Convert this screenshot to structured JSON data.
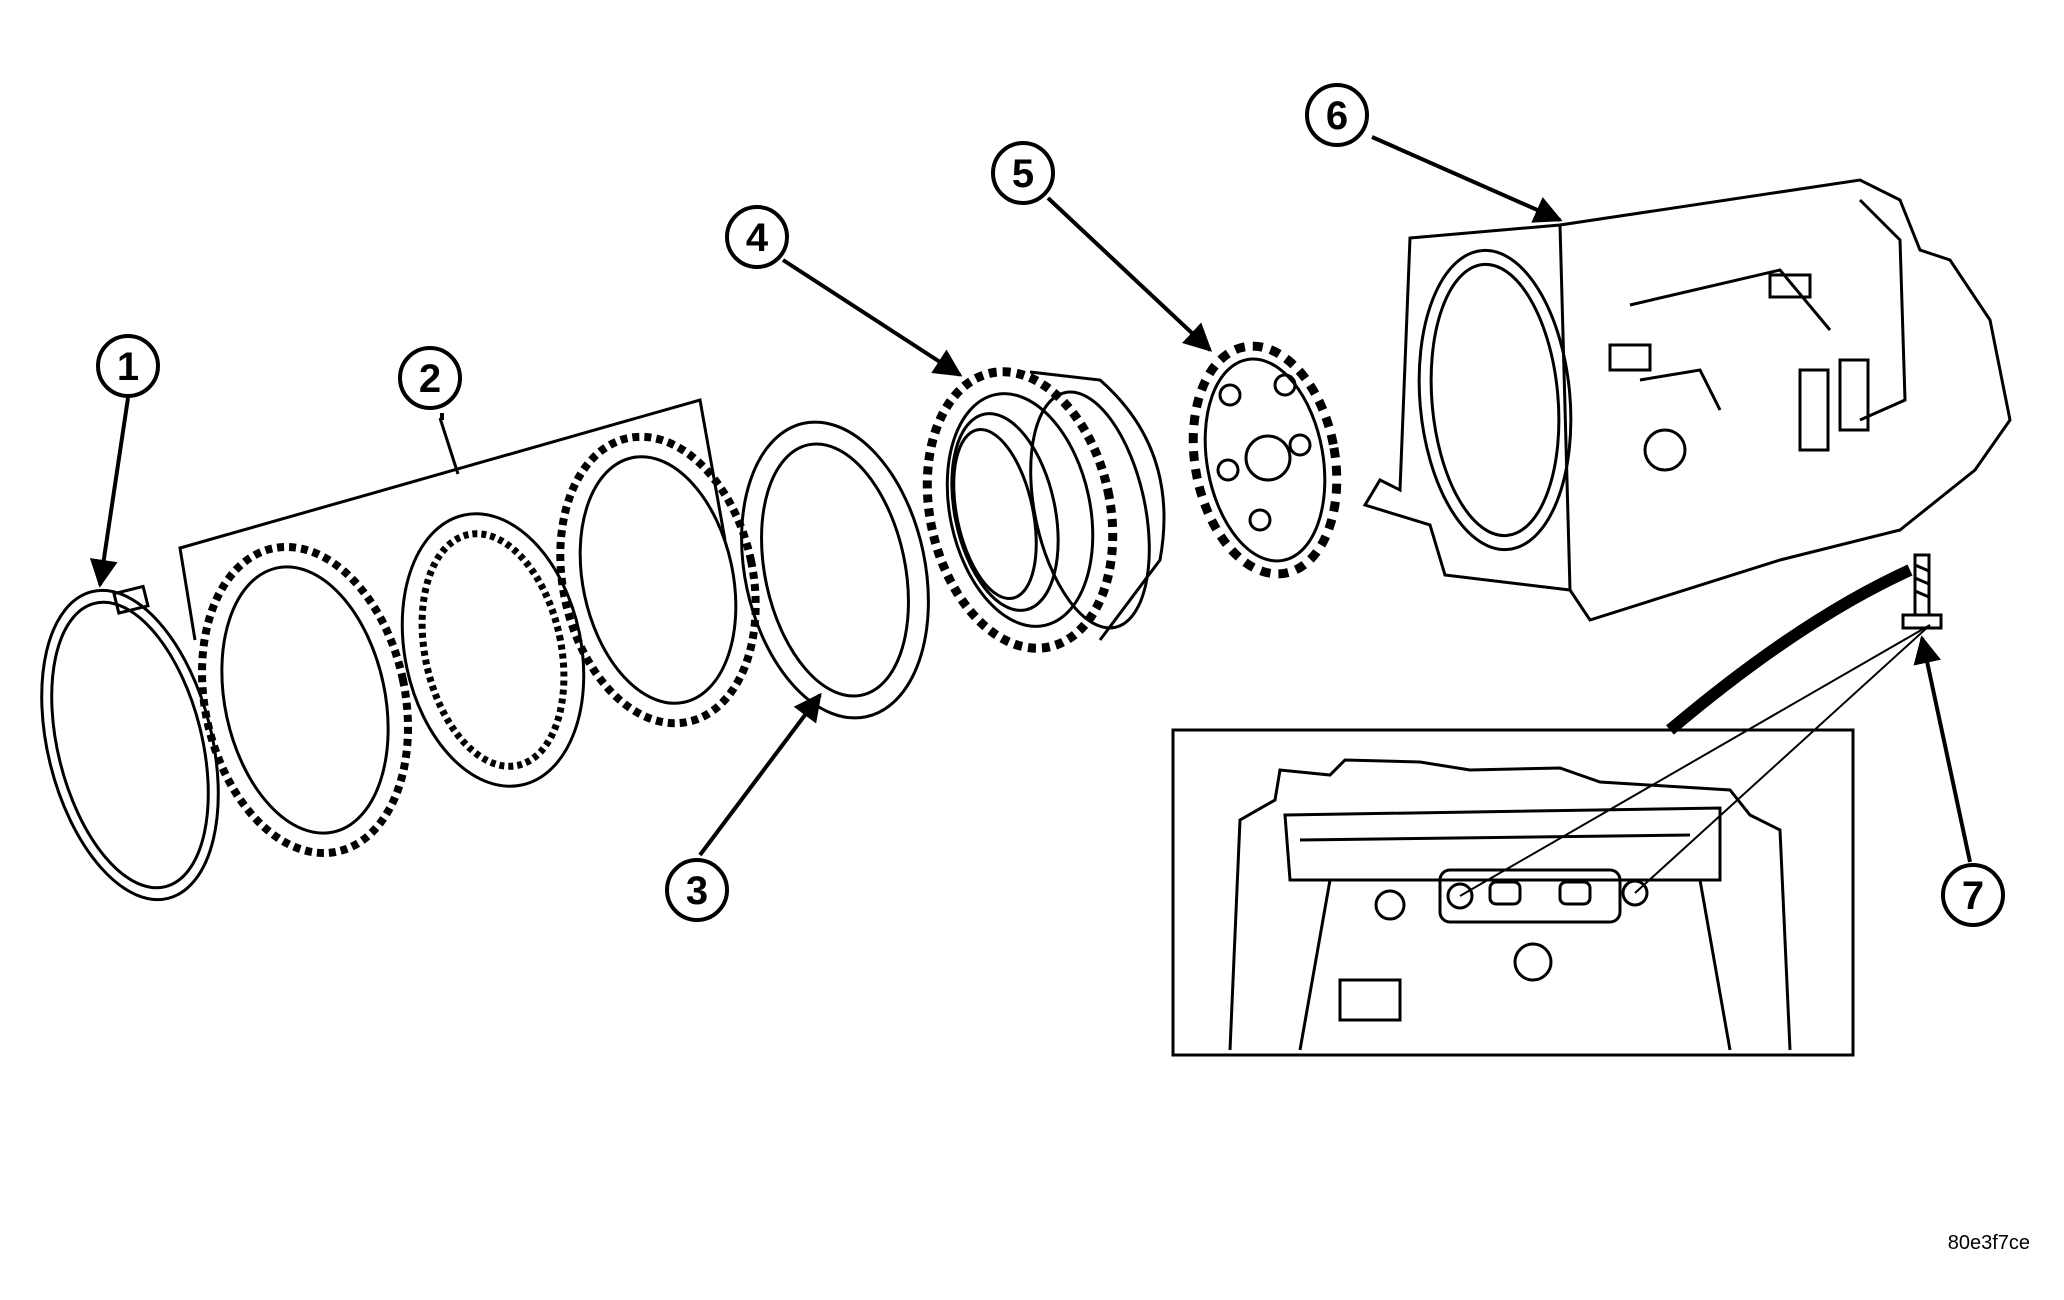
{
  "callouts": [
    {
      "id": "1",
      "label": "1"
    },
    {
      "id": "2",
      "label": "2"
    },
    {
      "id": "3",
      "label": "3"
    },
    {
      "id": "4",
      "label": "4"
    },
    {
      "id": "5",
      "label": "5"
    },
    {
      "id": "6",
      "label": "6"
    },
    {
      "id": "7",
      "label": "7"
    }
  ],
  "figure_code": "80e3f7ce",
  "colors": {
    "line": "#000000",
    "background": "#ffffff"
  }
}
